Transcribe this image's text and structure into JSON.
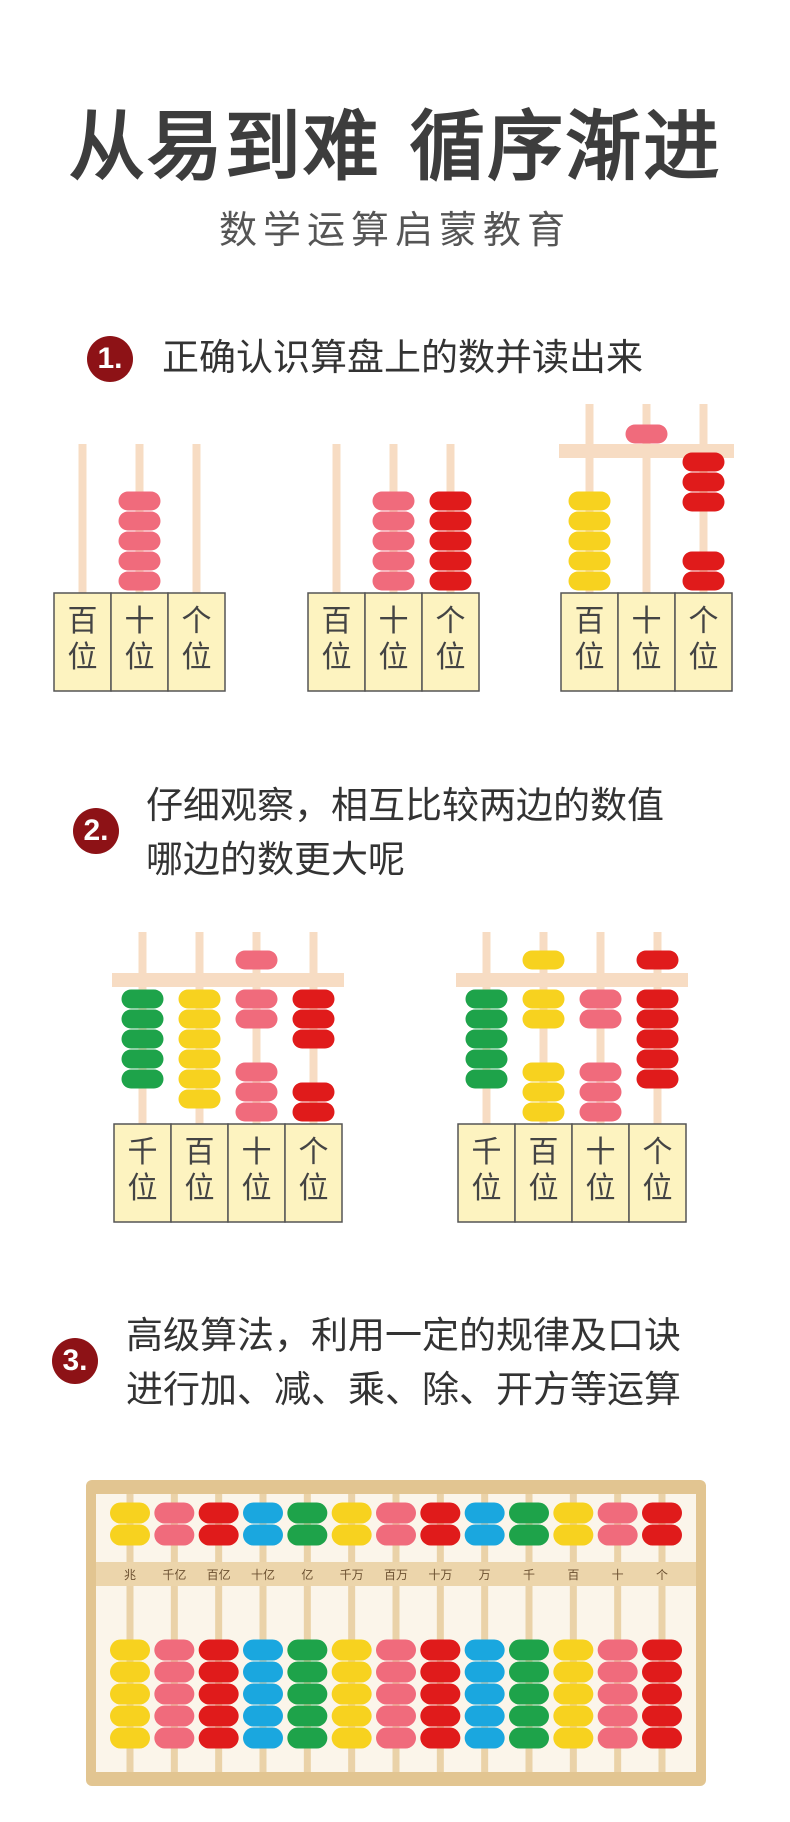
{
  "header": {
    "title": "从易到难 循序渐进",
    "subtitle": "数学运算启蒙教育"
  },
  "steps": [
    {
      "number": "1.",
      "lines": [
        "正确认识算盘上的数并读出来"
      ]
    },
    {
      "number": "2.",
      "lines": [
        "仔细观察，相互比较两边的数值",
        "哪边的数更大呢"
      ]
    },
    {
      "number": "3.",
      "lines": [
        "高级算法，利用一定的规律及口诀",
        "进行加、减、乘、除、开方等运算"
      ]
    }
  ],
  "colors": {
    "pink": "#f06b7c",
    "red": "#e01b1b",
    "yellow": "#f7d21f",
    "green": "#1ea34a",
    "blue": "#1aa7df",
    "badge": "#8d1216",
    "label_fill": "#fdf3c0",
    "rod": "#f7dcc3",
    "wood": "#e8cc9c"
  },
  "section1": {
    "abaci": [
      {
        "columns": [
          {
            "place": "百位",
            "upper": 0,
            "lower": 0,
            "color": "pink"
          },
          {
            "place": "十位",
            "upper": 0,
            "lower": 5,
            "color": "pink"
          },
          {
            "place": "个位",
            "upper": 0,
            "lower": 0,
            "color": "pink"
          }
        ]
      },
      {
        "columns": [
          {
            "place": "百位",
            "upper": 0,
            "lower": 0,
            "color": "pink"
          },
          {
            "place": "十位",
            "upper": 0,
            "lower": 5,
            "color": "pink"
          },
          {
            "place": "个位",
            "upper": 0,
            "lower": 5,
            "color": "red"
          }
        ]
      },
      {
        "columns": [
          {
            "place": "百位",
            "upper": 0,
            "lower": 5,
            "color": "yellow",
            "upper_raised": 0
          },
          {
            "place": "十位",
            "upper": 1,
            "lower": 0,
            "color": "pink",
            "upper_raised": 1
          },
          {
            "place": "个位",
            "upper": 3,
            "lower": 2,
            "color": "red",
            "upper_raised": 3
          }
        ],
        "has_beam": true
      }
    ]
  },
  "section2": {
    "abaci": [
      {
        "columns": [
          {
            "place": "千位",
            "color": "green",
            "upper_down": 0,
            "upper_up": 0,
            "lower_up": 5,
            "lower_down": 0
          },
          {
            "place": "百位",
            "color": "yellow",
            "upper_down": 0,
            "upper_up": 0,
            "lower_up": 6,
            "lower_down": 0
          },
          {
            "place": "十位",
            "color": "pink",
            "upper_down": 1,
            "upper_up": 2,
            "lower_up": 0,
            "lower_down": 3
          },
          {
            "place": "个位",
            "color": "red",
            "upper_down": 0,
            "upper_up": 3,
            "lower_up": 0,
            "lower_down": 2
          }
        ]
      },
      {
        "columns": [
          {
            "place": "千位",
            "color": "green",
            "upper_down": 0,
            "upper_up": 0,
            "lower_up": 5,
            "lower_down": 0
          },
          {
            "place": "百位",
            "color": "yellow",
            "upper_down": 1,
            "upper_up": 2,
            "lower_up": 0,
            "lower_down": 3
          },
          {
            "place": "十位",
            "color": "pink",
            "upper_down": 0,
            "upper_up": 2,
            "lower_up": 0,
            "lower_down": 3
          },
          {
            "place": "个位",
            "color": "red",
            "upper_down": 1,
            "upper_up": 0,
            "lower_up": 5,
            "lower_down": 0
          }
        ]
      }
    ]
  },
  "section3": {
    "place_labels": [
      "兆",
      "千亿",
      "百亿",
      "十亿",
      "亿",
      "千万",
      "百万",
      "十万",
      "万",
      "千",
      "百",
      "十",
      "个"
    ],
    "column_colors": [
      "yellow",
      "pink",
      "red",
      "blue",
      "green",
      "yellow",
      "pink",
      "red",
      "blue",
      "green",
      "yellow",
      "pink",
      "red"
    ],
    "upper_beads": 2,
    "lower_beads": 5
  }
}
